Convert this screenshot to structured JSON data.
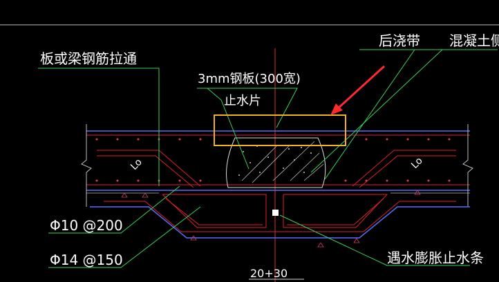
{
  "labels": {
    "slab_beam_rebar": "板或梁钢筋拉通",
    "steel_plate": "3mm钢板(300宽)",
    "waterstop": "止水片",
    "post_cast_strip": "后浇带",
    "concrete_side": "混凝土侧面",
    "rebar_a": "Φ10 @200",
    "rebar_b": "Φ14 @150",
    "swell_strip": "遇水膨胀止水条",
    "dimension": "20+30",
    "lo_left": "Lo",
    "lo_right": "Lo"
  },
  "colors": {
    "background": "#000000",
    "rebar_red": "#e0202a",
    "leader_green": "#3cd35a",
    "slab_blue": "#5a6cff",
    "highlight_box": "#f2b21a",
    "arrow_red": "#ff2a2a",
    "text": "#ffffff"
  },
  "icons": {
    "pointer": "red-arrow-icon"
  }
}
